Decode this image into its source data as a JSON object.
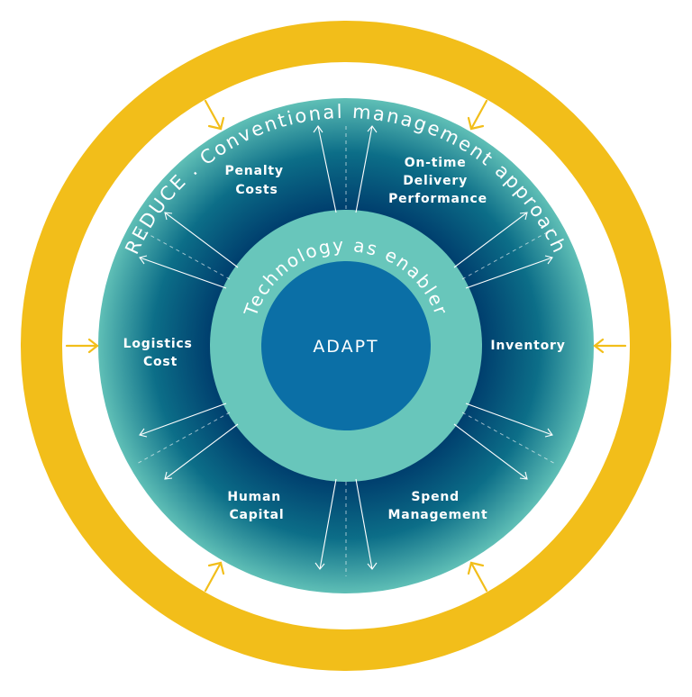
{
  "outer_ring": {
    "text": "REDUCE . Conventional management approach",
    "color": "#f2be1a"
  },
  "middle_ring": {
    "text": "Technology as enabler",
    "color": "#68c6bb"
  },
  "core": {
    "label": "ADAPT",
    "color": "#0b6fa6"
  },
  "segments": [
    {
      "id": "penalty-costs",
      "lines": [
        "Penalty",
        "Costs"
      ]
    },
    {
      "id": "on-time-delivery",
      "lines": [
        "On-time",
        "Delivery",
        "Performance"
      ]
    },
    {
      "id": "inventory",
      "lines": [
        "Inventory"
      ]
    },
    {
      "id": "spend-management",
      "lines": [
        "Spend",
        "Management"
      ]
    },
    {
      "id": "human-capital",
      "lines": [
        "Human",
        "Capital"
      ]
    },
    {
      "id": "logistics-cost",
      "lines": [
        "Logistics",
        "Cost"
      ]
    }
  ],
  "colors": {
    "gradient_inner": "#003f6e",
    "gradient_outer": "#5fbfb6",
    "white": "#ffffff"
  }
}
